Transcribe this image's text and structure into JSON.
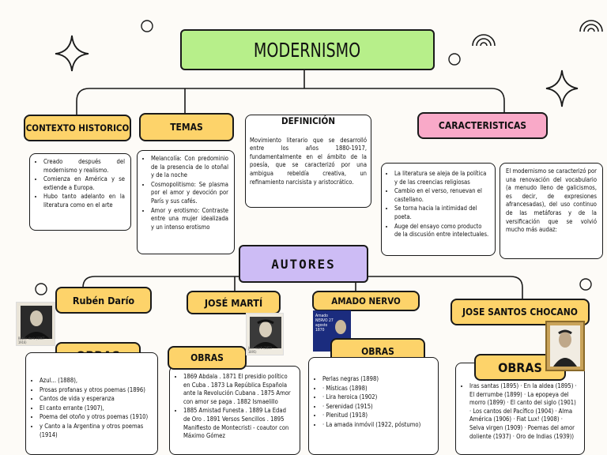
{
  "title": "MODERNISMO",
  "contexto": {
    "title": "CONTEXTO HISTORICO",
    "items": [
      "Creado después del modernismo y realismo.",
      "Comienza en América y se extiende a Europa.",
      "Hubo tanto adelanto en la literatura como en el arte"
    ]
  },
  "temas": {
    "title": "TEMAS",
    "items": [
      "Melancolía: Con predominio de la presencia de lo otoñal y de la noche",
      "Cosmopolitismo: Se plasma por el amor y devoción por París y sus cafés.",
      "Amor y erotismo: Contraste entre una mujer idealizada y un intenso erotismo"
    ]
  },
  "definicion": {
    "title": "DEFINICIÓN",
    "text": "Movimiento literario que se desarrolló entre los años 1880-1917, fundamentalmente en el ámbito de la poesía, que se caracterizó por una ambigua rebeldía creativa, un refinamiento narcisista y aristocrático."
  },
  "caracteristicas": {
    "title": "CARACTERISTICAS",
    "items": [
      "La literatura se aleja de la política y de las creencias religiosas",
      "Cambio en el verso, renuevan el castellano.",
      "Se torna hacia la intimidad del poeta.",
      "Auge del ensayo como producto de la discusión entre intelectuales."
    ],
    "text": "El modernismo se caracterizó por una renovación del vocabulario (a menudo lleno de galicismos, es decir, de expresiones afrancesadas), del uso continuo de las metáforas y de la versificación que se volvió mucho más audaz:"
  },
  "autores_label": "AUTORES",
  "obras_label": "OBRAS",
  "authors": [
    {
      "name": "Rubén Darío",
      "photo_caption": "Rubén darío (1867 - 1916)",
      "works": [
        "Azul... (1888),",
        "Prosas profanas y otros poemas (1896)",
        "Cantos de vida y esperanza",
        "El canto errante (1907),",
        "Poema del otoño y otros poemas (1910)",
        "y Canto a la Argentina y otros poemas (1914)"
      ]
    },
    {
      "name": "JOSÉ MARTÍ",
      "photo_caption": "José martí (1853 - 1895)",
      "works": [
        "1869 Abdala . 1871 El presidio político en Cuba . 1873 La República Española ante la Revolución Cubana . 1875 Amor con amor se paga . 1882 Ismaelillo",
        "1885 Amistad Funesta . 1889 La Edad de Oro . 1891 Versos Sencillos . 1895 Manifiesto de Montecristi - coautor con Máximo Gómez"
      ]
    },
    {
      "name": "AMADO NERVO",
      "photo_caption": "Amado NERVO 27 agosto 1870",
      "works": [
        "Perlas negras (1898)",
        "· Místicas (1898)",
        "· Lira heroica (1902)",
        "· Serenidad (1915)",
        "· Plenitud (1918)",
        "· La amada inmóvil (1922, póstumo)"
      ]
    },
    {
      "name": "JOSE SANTOS CHOCANO",
      "works": [
        "Iras santas (1895) · En la aldea (1895) · El derrumbe (1899) · La epopeya del morro (1899) · El canto del siglo (1901) · Los cantos del Pacífico (1904) · Alma América (1906) · Fiat Lux! (1908) · Selva virgen (1909) · Poemas del amor doliente (1937) · Oro de Indias (1939))"
      ]
    }
  ],
  "colors": {
    "yellow": "#fdd36a",
    "green": "#b7ef8a",
    "pink": "#f9a9c8",
    "purple": "#cdbcf5"
  }
}
